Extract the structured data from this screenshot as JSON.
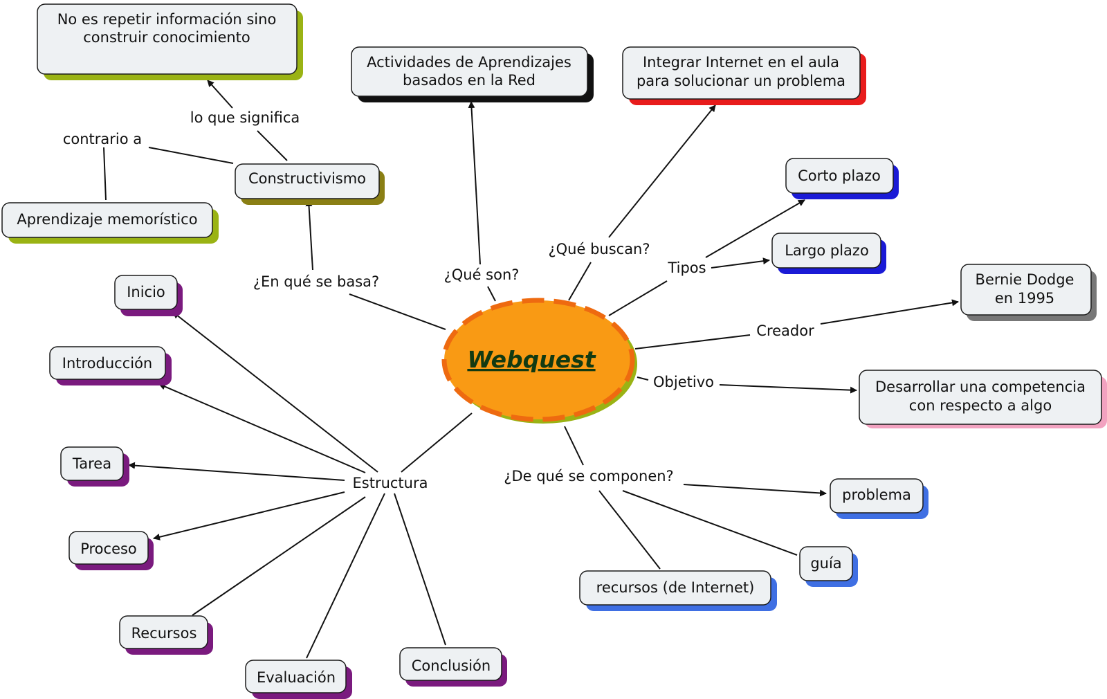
{
  "colors": {
    "node_fill": "#eef1f3",
    "node_border": "#1a1a1a",
    "line": "#111111",
    "center_fill": "#f99a14",
    "center_dash": "#ee6a10",
    "shadow_olive": "#9ab314",
    "shadow_black": "#111111",
    "shadow_red": "#e81c1c",
    "shadow_blue": "#1a1ad6",
    "shadow_gray": "#777777",
    "shadow_pink": "#f2a2c0",
    "shadow_lightblue": "#3f6fe3",
    "shadow_purple": "#7a1a7e",
    "shadow_khaki": "#8a7f14"
  },
  "center": {
    "label": "Webquest"
  },
  "nodes": {
    "no_es_repetir": {
      "line1": "No es repetir información sino",
      "line2": "construir conocimiento"
    },
    "actividades": {
      "line1": "Actividades de Aprendizajes",
      "line2": "basados en la Red"
    },
    "integrar": {
      "line1": "Integrar Internet en el aula",
      "line2": "para solucionar un problema"
    },
    "constructivismo": {
      "line1": "Constructivismo"
    },
    "aprendizaje_memoristico": {
      "line1": "Aprendizaje memorístico"
    },
    "corto_plazo": {
      "line1": "Corto plazo"
    },
    "largo_plazo": {
      "line1": "Largo plazo"
    },
    "bernie": {
      "line1": "Bernie Dodge",
      "line2": "en 1995"
    },
    "desarrollar": {
      "line1": "Desarrollar una competencia",
      "line2": "con respecto a algo"
    },
    "inicio": {
      "line1": "Inicio"
    },
    "introduccion": {
      "line1": "Introducción"
    },
    "tarea": {
      "line1": "Tarea"
    },
    "proceso": {
      "line1": "Proceso"
    },
    "recursos": {
      "line1": "Recursos"
    },
    "evaluacion": {
      "line1": "Evaluación"
    },
    "conclusion": {
      "line1": "Conclusión"
    },
    "problema": {
      "line1": "problema"
    },
    "guia": {
      "line1": "guía"
    },
    "recursos_internet": {
      "line1": "recursos (de Internet)"
    }
  },
  "links": {
    "lo_que_significa": "lo que significa",
    "contrario_a": "contrario a",
    "en_que_se_basa": "¿En qué se basa?",
    "que_son": "¿Qué son?",
    "que_buscan": "¿Qué buscan?",
    "tipos": "Tipos",
    "creador": "Creador",
    "objetivo": "Objetivo",
    "estructura": "Estructura",
    "de_que_se_componen": "¿De qué se componen?"
  }
}
